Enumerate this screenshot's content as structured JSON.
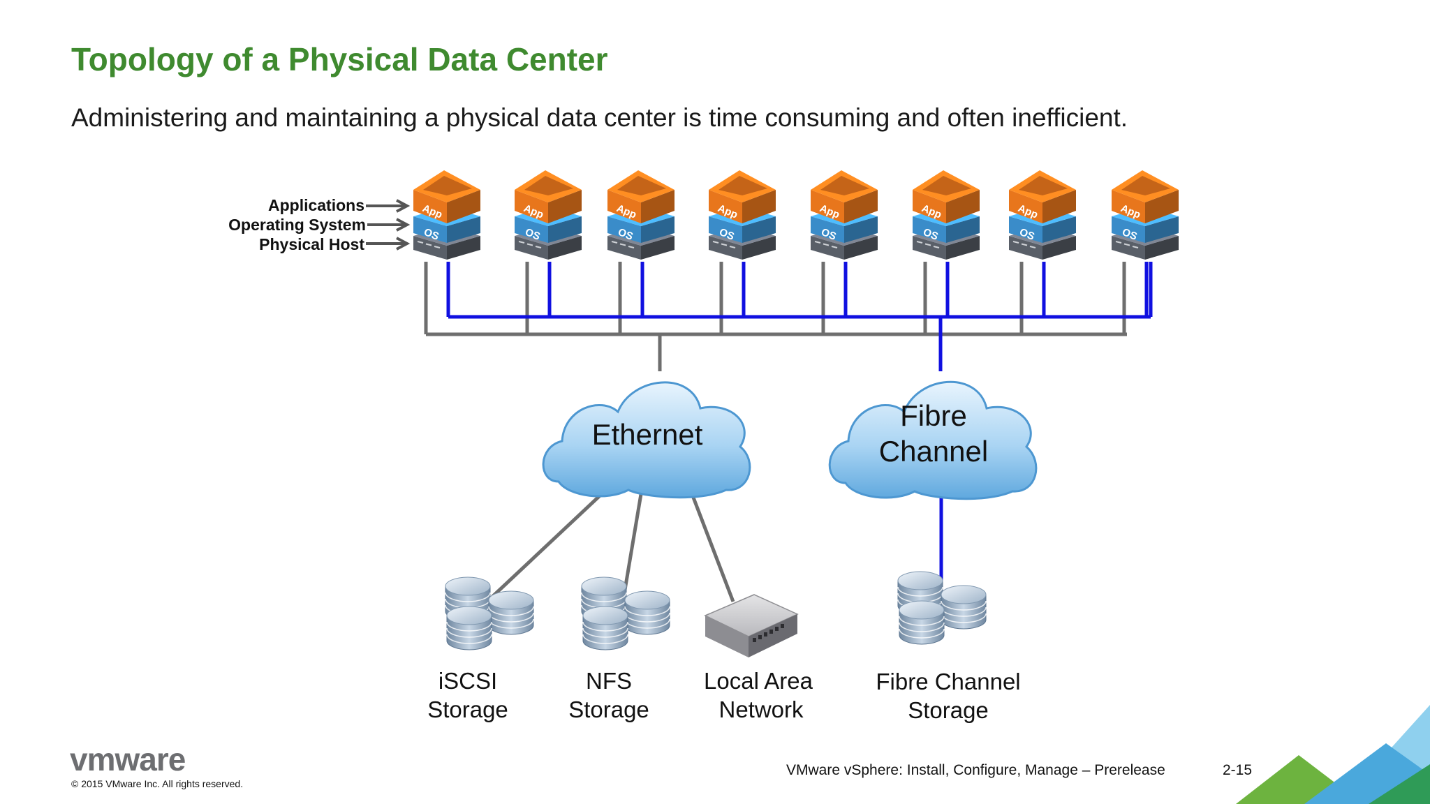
{
  "slide": {
    "title": "Topology of a Physical Data Center",
    "subtitle": "Administering and maintaining a physical data center is time consuming and often inefficient."
  },
  "stack_labels": {
    "applications": "Applications",
    "operating_system": "Operating System",
    "physical_host": "Physical Host"
  },
  "host_stack": {
    "app_text": "App",
    "os_text": "OS",
    "count": 8
  },
  "networks": {
    "ethernet": "Ethernet",
    "fibre_channel_line1": "Fibre",
    "fibre_channel_line2": "Channel"
  },
  "storage": [
    {
      "line1": "iSCSI",
      "line2": "Storage"
    },
    {
      "line1": "NFS",
      "line2": "Storage"
    },
    {
      "line1": "Local Area",
      "line2": "Network"
    },
    {
      "line1": "Fibre Channel",
      "line2": "Storage"
    }
  ],
  "footer": {
    "logo": "vmware",
    "copyright": "© 2015 VMware Inc. All rights reserved.",
    "course": "VMware vSphere: Install, Configure, Manage – Prerelease",
    "page": "2-15"
  },
  "colors": {
    "title_green": "#3f8a2f",
    "fibre_link_blue": "#1010e0",
    "ethernet_link_gray": "#6e6e6e",
    "app_orange": "#e8761c",
    "os_blue": "#3a8cc9",
    "host_gray": "#555a63"
  }
}
